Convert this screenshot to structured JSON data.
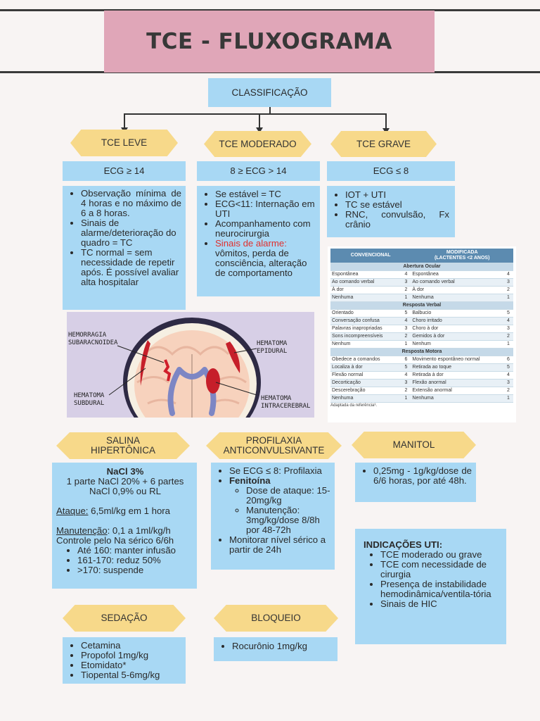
{
  "title": "TCE - FLUXOGRAMA",
  "classificacao": "CLASSIFICAÇÃO",
  "columns": [
    {
      "hex": "TCE LEVE",
      "ecg": "ECG ≥ 14",
      "items": [
        "Observação mínima de 4 horas e no máximo de 6 a 8 horas.",
        "Sinais de alarme/deterioração do quadro = TC",
        "TC normal = sem necessidade de repetir após. É possível avaliar alta hospitalar"
      ]
    },
    {
      "hex": "TCE MODERADO",
      "ecg": "8 ≥ ECG > 14",
      "items": [
        "Se estável = TC",
        "ECG<11: Internação em UTI",
        "Acompanhamento com neurocirurgia"
      ],
      "alarm_label": "Sinais de alarme:",
      "alarm_text": "vômitos, perda de consciência, alteração de comportamento"
    },
    {
      "hex": "TCE GRAVE",
      "ecg": "ECG ≤ 8",
      "items": [
        "IOT + UTI",
        "TC se estável",
        "RNC, convulsão, Fx crânio"
      ]
    }
  ],
  "brain_labels": {
    "hsa": "HEMORRAGIA\nSUBARACNOIDEA",
    "epidural": "HEMATOMA\nEPIDURAL",
    "subdural": "HEMATOMA\nSUBDURAL",
    "intra": "HEMATOMA\nINTRACEREBRAL"
  },
  "glasgow": {
    "headers": [
      "CONVENCIONAL",
      "MODIFICADA\n(LACTENTES <2 ANOS)"
    ],
    "sections": [
      {
        "name": "Abertura Ocular",
        "rows": [
          [
            "Espontânea",
            "4",
            "Espontânea",
            "4"
          ],
          [
            "Ao comando verbal",
            "3",
            "Ao comando verbal",
            "3"
          ],
          [
            "À dor",
            "2",
            "À dor",
            "2"
          ],
          [
            "Nenhuma",
            "1",
            "Nenhuma",
            "1"
          ]
        ]
      },
      {
        "name": "Resposta Verbal",
        "rows": [
          [
            "Orientado",
            "5",
            "Balbucio",
            "5"
          ],
          [
            "Conversação confusa",
            "4",
            "Choro irritado",
            "4"
          ],
          [
            "Palavras inapropriadas",
            "3",
            "Choro à dor",
            "3"
          ],
          [
            "Sons incompreensíveis",
            "2",
            "Gemidos à dor",
            "2"
          ],
          [
            "Nenhum",
            "1",
            "Nenhum",
            "1"
          ]
        ]
      },
      {
        "name": "Resposta Motora",
        "rows": [
          [
            "Obedece a comandos",
            "6",
            "Movimento espontâneo normal",
            "6"
          ],
          [
            "Localiza à dor",
            "5",
            "Retirada ao toque",
            "5"
          ],
          [
            "Flexão normal",
            "4",
            "Retirada à dor",
            "4"
          ],
          [
            "Decorticação",
            "3",
            "Flexão anormal",
            "3"
          ],
          [
            "Descerebração",
            "2",
            "Extensão anormal",
            "2"
          ],
          [
            "Nenhuma",
            "1",
            "Nenhuma",
            "1"
          ]
        ]
      }
    ],
    "footnote": "Adaptada da referência³."
  },
  "salina": {
    "hex": "SALINA\nHIPERTÔNICA",
    "nacl_title": "NaCl 3%",
    "nacl_line1": "1 parte NaCl 20% + 6 partes",
    "nacl_line2": "NaCl 0,9% ou RL",
    "ataque_label": "Ataque:",
    "ataque_value": " 6,5ml/kg em 1 hora",
    "manut_label": "Manutenção",
    "manut_value": ": 0,1 a 1ml/kg/h",
    "controle": "Controle pelo Na sérico 6/6h",
    "items": [
      "Até 160: manter infusão",
      "161-170: reduz 50%",
      ">170: suspende"
    ]
  },
  "profilaxia": {
    "hex": "PROFILAXIA\nANTICONVULSIVANTE",
    "item1": "Se ECG ≤ 8: Profilaxia",
    "fenitoina": "Fenitoína",
    "sub": [
      "Dose de ataque: 15-20mg/kg",
      "Manutenção: 3mg/kg/dose 8/8h por 48-72h"
    ],
    "item3": "Monitorar nível sérico a partir de 24h"
  },
  "manitol": {
    "hex": "MANITOL",
    "items": [
      "0,25mg - 1g/kg/dose de 6/6 horas, por até 48h."
    ]
  },
  "uti": {
    "title": "INDICAÇÕES UTI:",
    "items": [
      "TCE moderado ou grave",
      "TCE com necessidade de cirurgia",
      "Presença de instabilidade hemodinâmica/ventila-tória",
      "Sinais de HIC"
    ]
  },
  "sedacao": {
    "hex": "SEDAÇÃO",
    "items": [
      "Cetamina",
      "Propofol 1mg/kg",
      "Etomidato*",
      "Tiopental 5-6mg/kg"
    ]
  },
  "bloqueio": {
    "hex": "BLOQUEIO",
    "items": [
      "Rocurônio 1mg/kg"
    ]
  },
  "colors": {
    "pink": "#e0a6b8",
    "blue": "#a8d8f4",
    "yellow": "#f7d98a",
    "alarm": "#e0302e"
  }
}
